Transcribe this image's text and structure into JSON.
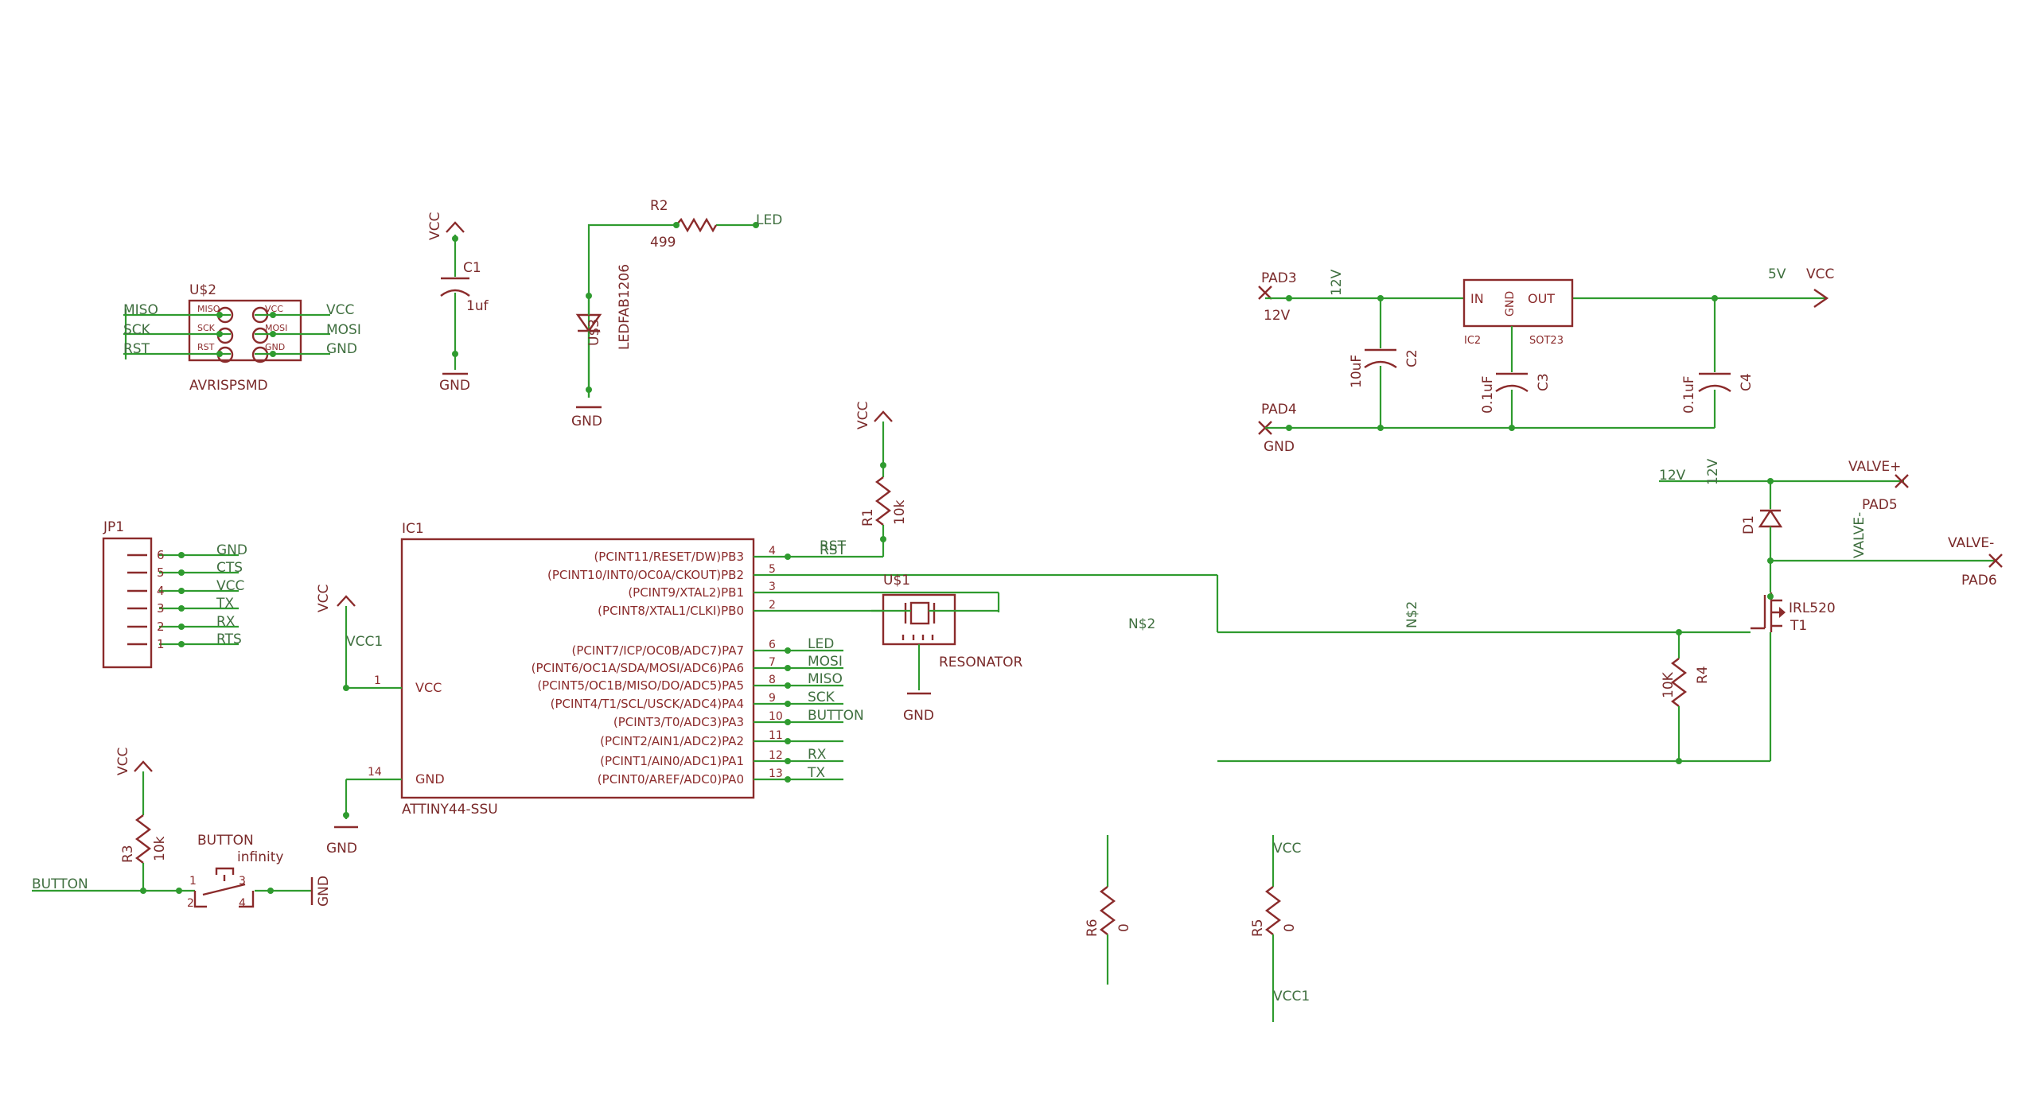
{
  "colors": {
    "wire": "#2f9b2f",
    "part": "#8b2b2b",
    "text": "#7a2a2a",
    "net_text": "#3f6f3f",
    "background": "#ffffff"
  },
  "labels": {
    "vcc": "VCC",
    "gnd": "GND",
    "vcc1": "VCC1",
    "v12": "12V",
    "v5": "5V",
    "nets": "N$2",
    "c1_name": "C1",
    "c1_val": "1uf",
    "r2_name": "R2",
    "r2_val": "499",
    "led": "LED",
    "u3_name": "U$3",
    "u3_val": "LEDFAB1206",
    "us2_name": "U$2",
    "us2_val": "AVRISPSMD",
    "isp_left": [
      "MISO",
      "SCK",
      "RST"
    ],
    "isp_right": [
      "VCC",
      "MOSI",
      "GND"
    ],
    "isp_inner_left": [
      "MISO",
      "SCK",
      "RST"
    ],
    "isp_inner_right": [
      "VCC",
      "MOSI",
      "GND"
    ],
    "pad3": "PAD3",
    "pad4": "PAD4",
    "pad5": "PAD5",
    "pad6": "PAD6",
    "ic2": "IC2",
    "reg_in": "IN",
    "reg_out": "OUT",
    "reg_gnd": "GND",
    "sot23": "SOT23",
    "c2_name": "C2",
    "c2_val": "10uF",
    "c3_name": "C3",
    "c3_val": "0.1uF",
    "c4_name": "C4",
    "c4_val": "0.1uF",
    "valve_p": "VALVE+",
    "valve_m": "VALVE-",
    "d1": "D1",
    "t1": "T1",
    "irl": "IRL520",
    "r4_name": "R4",
    "r4_val": "10K",
    "r1_name": "R1",
    "r1_val": "10k",
    "rst": "RST",
    "us1": "U$1",
    "resonator": "RESONATOR",
    "jp1": "JP1",
    "jp1_nets": [
      "GND",
      "CTS",
      "VCC",
      "TX",
      "RX",
      "RTS"
    ],
    "ic1_name": "IC1",
    "ic1_val": "ATTINY44-SSU",
    "ic1_vcc": "VCC",
    "ic1_gnd": "GND",
    "ic1_pins": [
      "(PCINT11/RESET/DW)PB3",
      "(PCINT10/INT0/OC0A/CKOUT)PB2",
      "(PCINT9/XTAL2)PB1",
      "(PCINT8/XTAL1/CLKI)PB0",
      "(PCINT7/ICP/OC0B/ADC7)PA7",
      "(PCINT6/OC1A/SDA/MOSI/ADC6)PA6",
      "(PCINT5/OC1B/MISO/DO/ADC5)PA5",
      "(PCINT4/T1/SCL/USCK/ADC4)PA4",
      "(PCINT3/T0/ADC3)PA3",
      "(PCINT2/AIN1/ADC2)PA2",
      "(PCINT1/AIN0/ADC1)PA1",
      "(PCINT0/AREF/ADC0)PA0"
    ],
    "ic1_nets": [
      "RST",
      "",
      "",
      "",
      "LED",
      "MOSI",
      "MISO",
      "SCK",
      "BUTTON",
      "",
      "RX",
      "TX"
    ],
    "button": "BUTTON",
    "button_val": "infinity",
    "r3_name": "R3",
    "r3_val": "10k",
    "r5_name": "R5",
    "r6_name": "R6",
    "zero": "0"
  }
}
